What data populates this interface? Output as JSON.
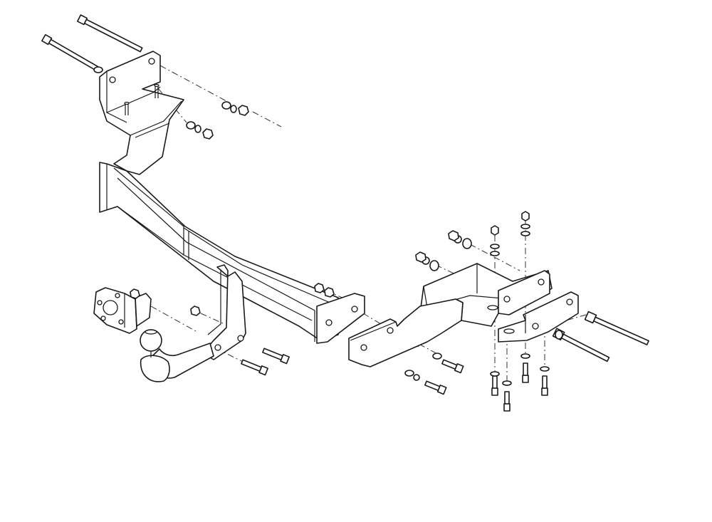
{
  "diagram": {
    "type": "exploded-assembly-drawing",
    "line_color": "#1a1a1a",
    "background": "#ffffff",
    "parts": [
      "main-crossbar",
      "left-mounting-bracket",
      "right-mounting-bracket",
      "right-side-plate",
      "tow-ball",
      "socket-plate",
      "ball-mount-brackets",
      "bolts",
      "washers",
      "nuts"
    ],
    "labels": []
  }
}
